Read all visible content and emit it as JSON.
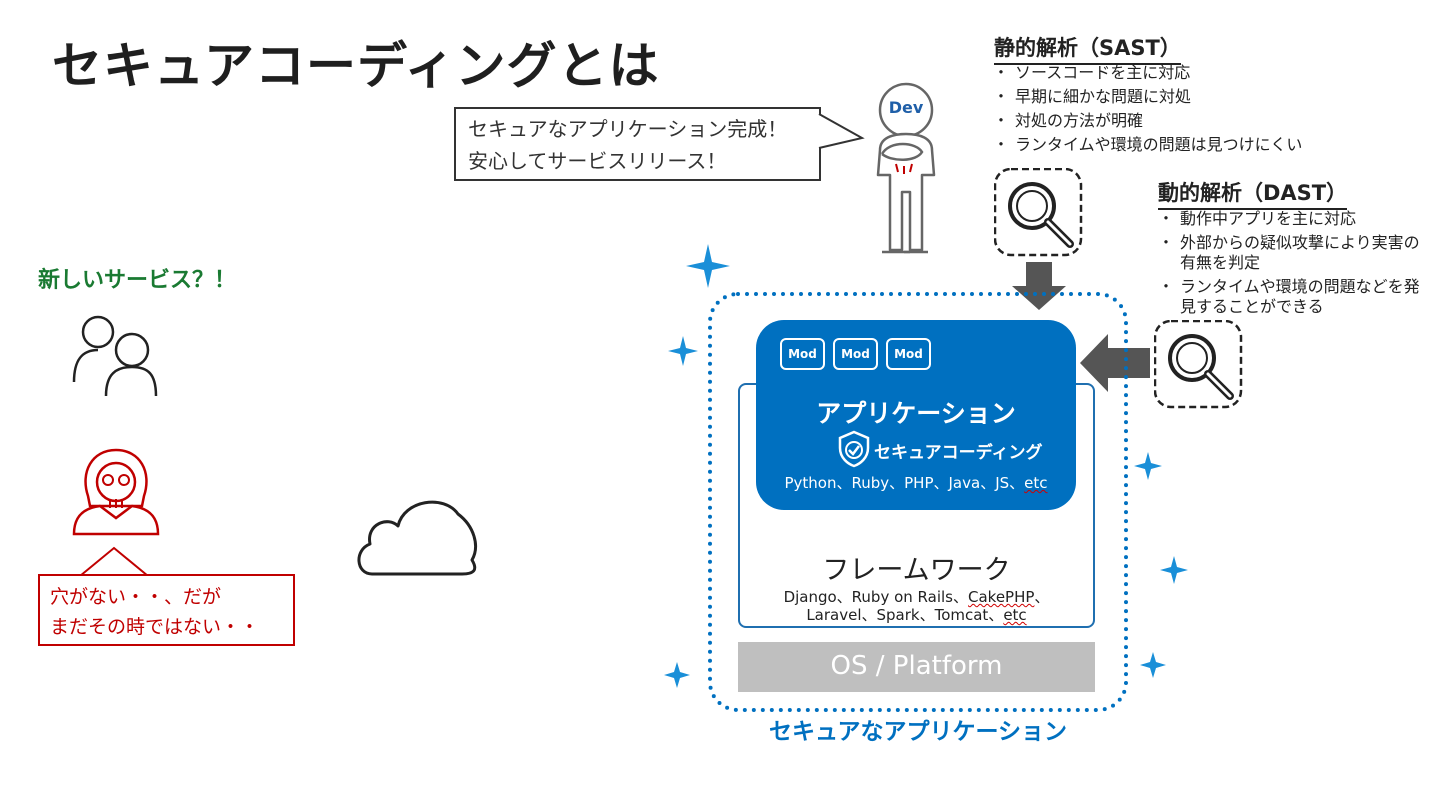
{
  "title": "セキュアコーディングとは",
  "new_service": "新しいサービス？！",
  "attacker_note": {
    "line1": "穴がない・・、だが",
    "line2": "まだその時ではない・・"
  },
  "dev": {
    "badge": "Dev",
    "speech_line1": "セキュアなアプリケーション完成！",
    "speech_line2": "安心してサービスリリース！"
  },
  "sast": {
    "title": "静的解析（SAST）",
    "items": [
      "ソースコードを主に対応",
      "早期に細かな問題に対処",
      "対処の方法が明確",
      "ランタイムや環境の問題は見つけにくい"
    ]
  },
  "dast": {
    "title": "動的解析（DAST）",
    "items": [
      "動作中アプリを主に対応",
      "外部からの疑似攻撃により実害の有無を判定",
      "ランタイムや環境の問題などを発見することができる"
    ]
  },
  "stack": {
    "mods": [
      "Mod",
      "Mod",
      "Mod"
    ],
    "app_title": "アプリケーション",
    "secure_coding": "セキュアコーディング",
    "languages_main": "Python、Ruby、PHP、Java、JS、",
    "languages_etc": "etc",
    "framework_title": "フレームワーク",
    "frameworks_line1_a": "Django、Ruby on Rails、",
    "frameworks_line1_b": "CakePHP",
    "frameworks_line1_c": "、",
    "frameworks_line2_a": "Laravel、Spark、Tomcat、",
    "frameworks_line2_b": "etc",
    "os": "OS / Platform",
    "caption": "セキュアなアプリケーション"
  },
  "colors": {
    "blue": "#0070c0",
    "green": "#1a7a32",
    "red": "#c00000",
    "gray": "#bfbfbf",
    "arrow": "#555555",
    "sparkle": "#1a8fd8"
  }
}
